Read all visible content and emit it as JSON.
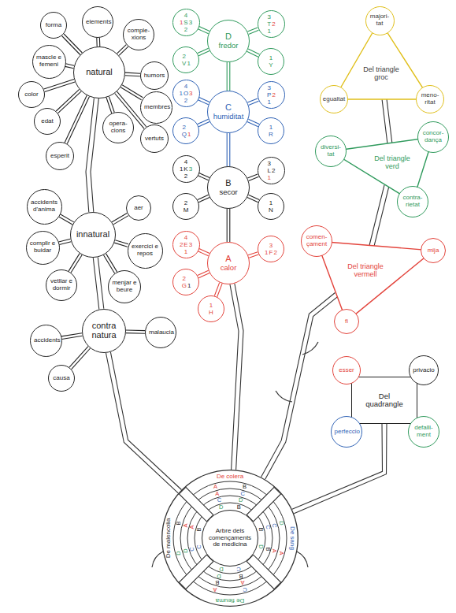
{
  "diagram": {
    "nodes": [
      {
        "text": [
          "natural"
        ]
      },
      {
        "text": [
          "forma"
        ]
      },
      {
        "text": [
          "elements"
        ]
      },
      {
        "text": [
          "mascle e femeni"
        ]
      },
      {
        "text": [
          "comple-xions"
        ]
      },
      {
        "text": [
          "humors"
        ]
      },
      {
        "text": [
          "color"
        ]
      },
      {
        "text": [
          "membres"
        ]
      },
      {
        "text": [
          "edat"
        ]
      },
      {
        "text": [
          "opera-cions"
        ]
      },
      {
        "text": [
          "vertuts"
        ]
      },
      {
        "text": [
          "esperit"
        ]
      },
      {
        "text": [
          "innatural"
        ]
      },
      {
        "text": [
          "accidents d'anima"
        ]
      },
      {
        "text": [
          "aer"
        ]
      },
      {
        "text": [
          "complir e buidar"
        ]
      },
      {
        "text": [
          "exercici e repos"
        ]
      },
      {
        "text": [
          "vetllar e dormir"
        ]
      },
      {
        "text": [
          "menjar e beure"
        ]
      },
      {
        "text": [
          "contra natura"
        ]
      },
      {
        "text": [
          "accidents"
        ]
      },
      {
        "text": [
          "malaucia"
        ]
      },
      {
        "text": [
          "causa"
        ]
      },
      {
        "text": [
          "D",
          "fredor"
        ]
      },
      {
        "text": [
          "4",
          "1",
          "S",
          "3",
          "2"
        ]
      },
      {
        "text": [
          "2",
          "V",
          "1"
        ]
      },
      {
        "text": [
          "3",
          "T",
          "2",
          "1"
        ]
      },
      {
        "text": [
          "1",
          "Y"
        ]
      },
      {
        "text": [
          "C",
          "humiditat"
        ]
      },
      {
        "text": [
          "4",
          "1",
          "O",
          "3",
          "2"
        ]
      },
      {
        "text": [
          "2",
          "Q",
          "1"
        ]
      },
      {
        "text": [
          "3",
          "P",
          "2",
          "1"
        ]
      },
      {
        "text": [
          "1",
          "R"
        ]
      },
      {
        "text": [
          "B",
          "secor"
        ]
      },
      {
        "text": [
          "4",
          "1",
          "K",
          "3",
          "2"
        ]
      },
      {
        "text": [
          "2",
          "M"
        ]
      },
      {
        "text": [
          "3",
          "L",
          "2",
          "1"
        ]
      },
      {
        "text": [
          "1",
          "N"
        ]
      },
      {
        "text": [
          "A",
          "calor"
        ]
      },
      {
        "text": [
          "4",
          "2",
          "E",
          "3",
          "1"
        ]
      },
      {
        "text": [
          "2",
          "G",
          "1"
        ]
      },
      {
        "text": [
          "3",
          "1",
          "F",
          "2"
        ]
      },
      {
        "text": [
          "1",
          "H"
        ]
      },
      {
        "text": [
          "Del triangle groc"
        ]
      },
      {
        "text": [
          "majori-tat"
        ]
      },
      {
        "text": [
          "egualtat"
        ]
      },
      {
        "text": [
          "meno-ritat"
        ]
      },
      {
        "text": [
          "Del triangle verd"
        ]
      },
      {
        "text": [
          "diversi-tat"
        ]
      },
      {
        "text": [
          "concor-dança"
        ]
      },
      {
        "text": [
          "contra-rietat"
        ]
      },
      {
        "text": [
          "Del triangle vermell"
        ]
      },
      {
        "text": [
          "comen-çament"
        ]
      },
      {
        "text": [
          "mija"
        ]
      },
      {
        "text": [
          "fi"
        ]
      },
      {
        "text": [
          "Del quadrangle"
        ]
      },
      {
        "text": [
          "esser"
        ]
      },
      {
        "text": [
          "privacio"
        ]
      },
      {
        "text": [
          "perfeccio"
        ]
      },
      {
        "text": [
          "defalli-ment"
        ]
      },
      {
        "text": [
          "De colera",
          "De sang",
          "De fleuma",
          "De malencolia"
        ]
      },
      {
        "text": [
          "Arbre dels començaments de medicina"
        ],
        "in": 60
      }
    ],
    "edges": [
      {
        "from": 0,
        "to": 1,
        "arrow": "none"
      },
      {
        "from": 0,
        "to": 2,
        "arrow": "none"
      },
      {
        "from": 0,
        "to": 3,
        "arrow": "none"
      },
      {
        "from": 0,
        "to": 4,
        "arrow": "none"
      },
      {
        "from": 0,
        "to": 5,
        "arrow": "none"
      },
      {
        "from": 0,
        "to": 6,
        "arrow": "none"
      },
      {
        "from": 0,
        "to": 7,
        "arrow": "none"
      },
      {
        "from": 0,
        "to": 8,
        "arrow": "none"
      },
      {
        "from": 0,
        "to": 9,
        "arrow": "none"
      },
      {
        "from": 0,
        "to": 10,
        "arrow": "none"
      },
      {
        "from": 0,
        "to": 11,
        "arrow": "none"
      },
      {
        "from": 12,
        "to": 13,
        "arrow": "none"
      },
      {
        "from": 12,
        "to": 14,
        "arrow": "none"
      },
      {
        "from": 12,
        "to": 15,
        "arrow": "none"
      },
      {
        "from": 12,
        "to": 16,
        "arrow": "none"
      },
      {
        "from": 12,
        "to": 17,
        "arrow": "none"
      },
      {
        "from": 12,
        "to": 18,
        "arrow": "none"
      },
      {
        "from": 19,
        "to": 20,
        "arrow": "none"
      },
      {
        "from": 19,
        "to": 21,
        "arrow": "none"
      },
      {
        "from": 19,
        "to": 22,
        "arrow": "none"
      },
      {
        "from": 0,
        "to": 12,
        "arrow": "none"
      },
      {
        "from": 12,
        "to": 19,
        "arrow": "none"
      },
      {
        "from": 19,
        "to": 60,
        "arrow": "none"
      },
      {
        "from": 23,
        "to": 24,
        "arrow": "none"
      },
      {
        "from": 23,
        "to": 25,
        "arrow": "none"
      },
      {
        "from": 23,
        "to": 26,
        "arrow": "none"
      },
      {
        "from": 23,
        "to": 27,
        "arrow": "none"
      },
      {
        "from": 28,
        "to": 29,
        "arrow": "none"
      },
      {
        "from": 28,
        "to": 30,
        "arrow": "none"
      },
      {
        "from": 28,
        "to": 31,
        "arrow": "none"
      },
      {
        "from": 28,
        "to": 32,
        "arrow": "none"
      },
      {
        "from": 33,
        "to": 34,
        "arrow": "none"
      },
      {
        "from": 33,
        "to": 35,
        "arrow": "none"
      },
      {
        "from": 33,
        "to": 36,
        "arrow": "none"
      },
      {
        "from": 33,
        "to": 37,
        "arrow": "none"
      },
      {
        "from": 38,
        "to": 39,
        "arrow": "none"
      },
      {
        "from": 38,
        "to": 40,
        "arrow": "none"
      },
      {
        "from": 38,
        "to": 41,
        "arrow": "none"
      },
      {
        "from": 38,
        "to": 42,
        "arrow": "none"
      },
      {
        "from": 23,
        "to": 28,
        "arrow": "none"
      },
      {
        "from": 28,
        "to": 33,
        "arrow": "none"
      },
      {
        "from": 33,
        "to": 38,
        "arrow": "none"
      },
      {
        "from": 38,
        "to": 60,
        "arrow": "none"
      },
      {
        "from": 43,
        "to": 47,
        "arrow": "none"
      },
      {
        "from": 47,
        "to": 51,
        "arrow": "none"
      },
      {
        "from": 51,
        "to": 60,
        "arrow": "none"
      },
      {
        "from": 55,
        "to": 60,
        "arrow": "none"
      }
    ],
    "labels": [
      "A",
      "B",
      "A",
      "C",
      "C",
      "D",
      "D",
      "B",
      "D",
      "A",
      "C",
      "A",
      "C",
      "B",
      "B",
      "D",
      "C",
      "A",
      "A",
      "B",
      "B",
      "D",
      "C",
      "D",
      "D",
      "B",
      "D",
      "A",
      "C",
      "A",
      "C",
      "B"
    ]
  }
}
